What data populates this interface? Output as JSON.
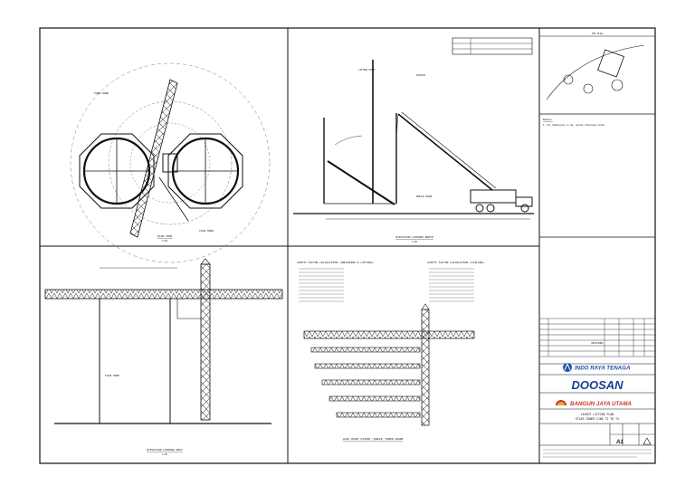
{
  "views": {
    "plan_view": {
      "title": "PLAN VIEW",
      "scale": "1:50"
    },
    "elevation_north": {
      "title": "ELEVATION LOOKING NORTH",
      "scale": "1:50"
    },
    "elevation_west": {
      "title": "ELEVATION LOOKING WEST",
      "scale": "1:50"
    },
    "load_chart": {
      "title": "LOAD CHART QTZ200 (Q6024) TOWER CRANE"
    }
  },
  "safety": {
    "lifting_title": "SAFETY FACTOR CALCULATION (UNLOADING & LIFTING)",
    "tailing_title": "SAFETY FACTOR CALCULATION (TAILING)"
  },
  "panel": {
    "key_plan": "KEY PLAN",
    "notes_title": "Notes:",
    "note_1": "1. All dimensions in mm, unless otherwise noted",
    "revisions_label": "REVISIONS"
  },
  "title_block": {
    "client": "INDO RAYA TENAGA",
    "contractor": "DOOSAN",
    "subcontractor": "BANGUN JAYA UTAMA",
    "drawing_title_1": "LAYOUT LIFTING PLAN",
    "drawing_title_2": "STAIR TOWER LINE T2 TO T4",
    "sheet_size": "A1"
  },
  "colors": {
    "line": "#111111",
    "client_blue": "#1f4fa8",
    "doosan_blue": "#1b3f8f",
    "bju_red": "#c8352c",
    "bju_yellow": "#e2b01c"
  }
}
